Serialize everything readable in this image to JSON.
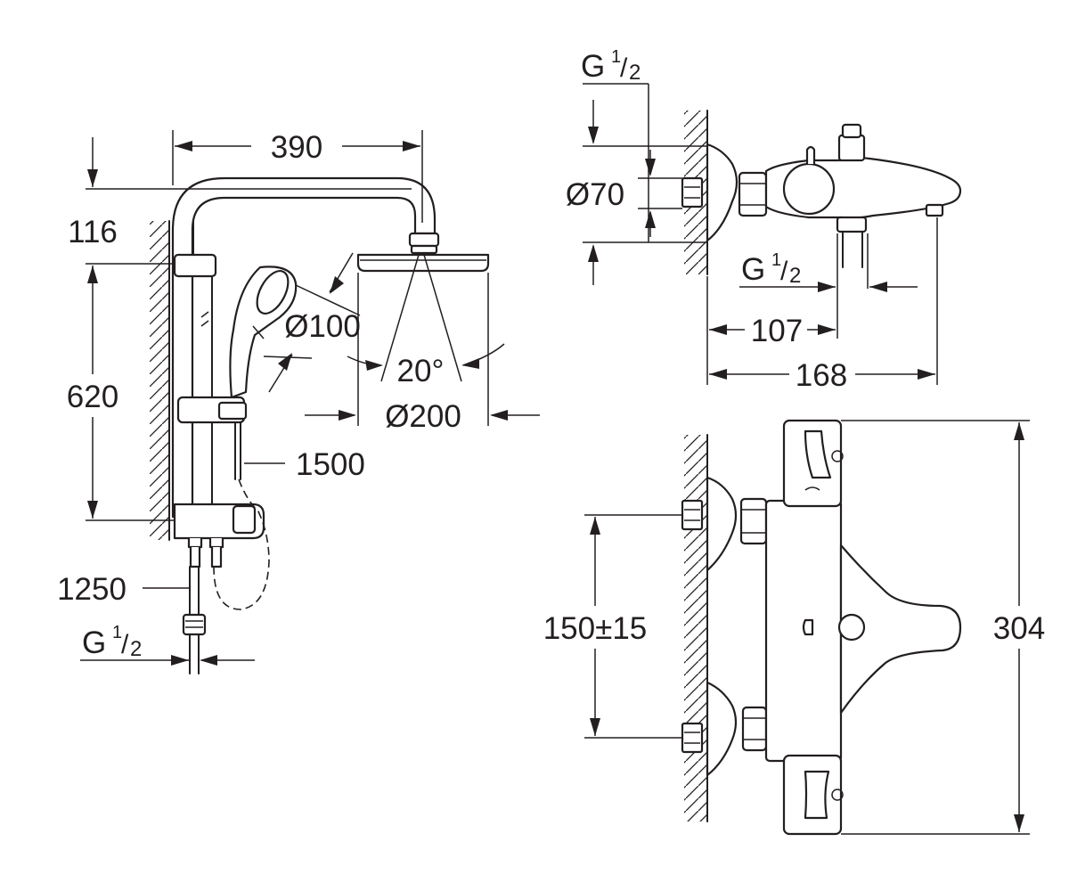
{
  "shower_system": {
    "dims": {
      "width": "390",
      "top_offset": "116",
      "rail_height": "620",
      "hand_shower_diameter": "Ø100",
      "spray_angle": "20°",
      "head_shower_diameter": "Ø200",
      "shower_hose_length": "1500",
      "supply_hose_length": "1250"
    },
    "connection": {
      "g": "G",
      "num": "1",
      "den": "2"
    }
  },
  "mixer_side_view": {
    "dims": {
      "flange_diameter": "Ø70",
      "outlet_offset": "107",
      "depth": "168"
    },
    "inlet_connection": {
      "g": "G",
      "num": "1",
      "den": "2"
    },
    "outlet_connection": {
      "g": "G",
      "num": "1",
      "den": "2"
    }
  },
  "mixer_front_view": {
    "dims": {
      "inlet_centres": "150±15",
      "height": "304"
    }
  }
}
